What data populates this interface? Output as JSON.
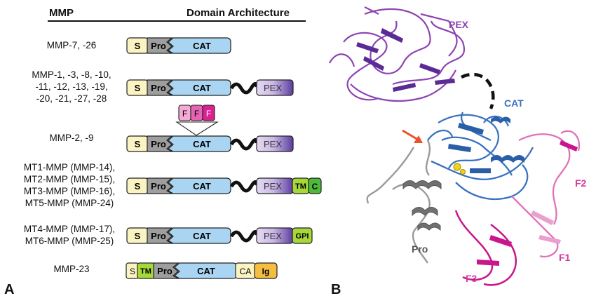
{
  "header": {
    "col1": "MMP",
    "col2": "Domain Architecture"
  },
  "rows": [
    {
      "label_lines": [
        "MMP-7, -26"
      ]
    },
    {
      "label_lines": [
        "MMP-1, -3, -8, -10,",
        "-11, -12, -13, -19,",
        "-20, -21, -27, -28"
      ]
    },
    {
      "label_lines": [
        "MMP-2, -9"
      ]
    },
    {
      "label_lines": [
        "MT1-MMP (MMP-14),",
        "MT2-MMP (MMP-15),",
        "MT3-MMP (MMP-16),",
        "MT5-MMP (MMP-24)"
      ]
    },
    {
      "label_lines": [
        "MT4-MMP (MMP-17),",
        "MT6-MMP (MMP-25)"
      ]
    },
    {
      "label_lines": [
        "MMP-23"
      ]
    }
  ],
  "domains": {
    "signal": "S",
    "pro": "Pro",
    "cat": "CAT",
    "pex": "PEX",
    "fn": "F",
    "tm": "TM",
    "c": "C",
    "gpi": "GPI",
    "ca": "CA",
    "ig": "Ig"
  },
  "structure_labels": {
    "pex": "PEX",
    "cat": "CAT",
    "f2": "F2",
    "f1": "F1",
    "f3": "F3",
    "pro": "Pro"
  },
  "panels": {
    "a": "A",
    "b": "B"
  },
  "colors": {
    "signal": "#fbf4c2",
    "pro": "#9e9e9e",
    "cat": "#a9d5f2",
    "pex_light": "#ddd0ee",
    "pex_dark": "#6a4ba7",
    "fn_light": "#f4a9d6",
    "fn_mid": "#e565b4",
    "fn_dark": "#d9218f",
    "tm": "#a6d83a",
    "c": "#4cba3c",
    "gpi": "#a6d83a",
    "ig": "#f5bd41",
    "ca": "#fbf4c2",
    "pex_ribbon": "#8d44b3",
    "cat_ribbon": "#3a72c0",
    "fn_ribbon": "#d63a9d",
    "pro_ribbon": "#8a8a8a",
    "arrow": "#e9522b"
  }
}
